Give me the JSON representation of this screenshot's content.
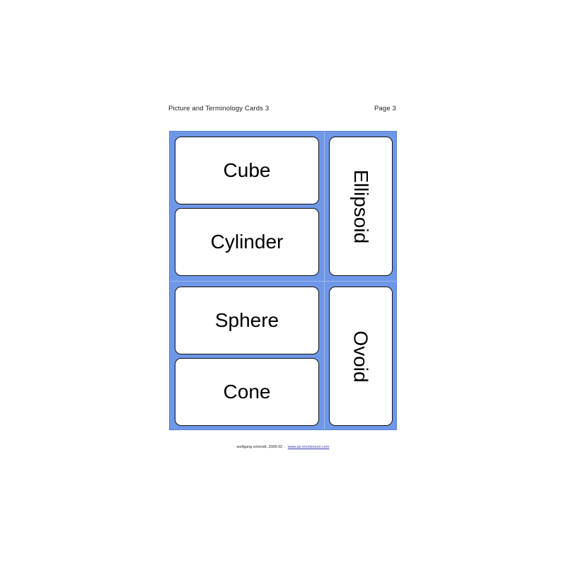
{
  "document": {
    "background_color": "#ffffff",
    "sheet_color": "#6f97e8",
    "card_color": "#ffffff",
    "text_color": "#000000"
  },
  "header": {
    "title": "Picture and Terminology Cards 3",
    "page_label": "Page 3"
  },
  "sheet": {
    "halves": [
      {
        "id": "top-half",
        "left_cards": [
          {
            "label": "Cube"
          },
          {
            "label": "Cylinder"
          }
        ],
        "right_card": {
          "label": "Ellipsoid",
          "orientation": "rotated-90"
        }
      },
      {
        "id": "bottom-half",
        "left_cards": [
          {
            "label": "Sphere"
          },
          {
            "label": "Cone"
          }
        ],
        "right_card": {
          "label": "Ovoid",
          "orientation": "rotated-90"
        }
      }
    ]
  },
  "footer": {
    "credit": "wolfgang schmidt, 2006-02",
    "separator": ".",
    "link_text": "www.ae-montessori.com"
  }
}
